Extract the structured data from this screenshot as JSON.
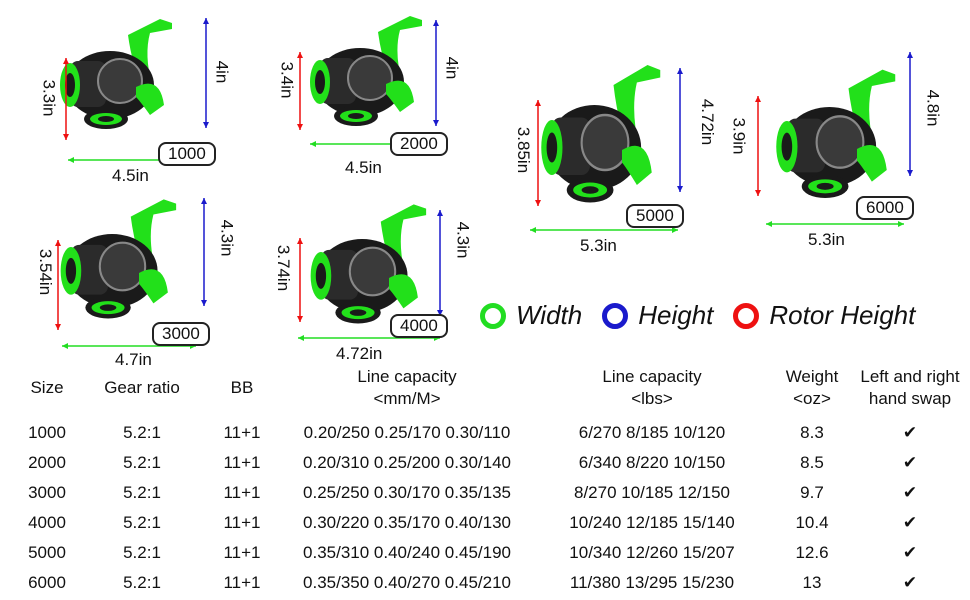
{
  "reels": [
    {
      "size": "1000",
      "width": "4.5in",
      "height": "4in",
      "rotor": "3.3in"
    },
    {
      "size": "2000",
      "width": "4.5in",
      "height": "4in",
      "rotor": "3.4in"
    },
    {
      "size": "3000",
      "width": "4.7in",
      "height": "4.3in",
      "rotor": "3.54in"
    },
    {
      "size": "4000",
      "width": "4.72in",
      "height": "4.3in",
      "rotor": "3.74in"
    },
    {
      "size": "5000",
      "width": "5.3in",
      "height": "4.72in",
      "rotor": "3.85in"
    },
    {
      "size": "6000",
      "width": "5.3in",
      "height": "4.8in",
      "rotor": "3.9in"
    }
  ],
  "legend": [
    {
      "label": "Width",
      "color": "#22dd22"
    },
    {
      "label": "Height",
      "color": "#1a1acc"
    },
    {
      "label": "Rotor Height",
      "color": "#ee1111"
    }
  ],
  "colors": {
    "reel_green": "#22e01a",
    "reel_black": "#1a1a1a",
    "width_line": "#22dd22",
    "height_line": "#1a1acc",
    "rotor_line": "#ee1111"
  },
  "table": {
    "headers": {
      "size": "Size",
      "gear": "Gear ratio",
      "bb": "BB",
      "line_mm_1": "Line capacity",
      "line_mm_2": "<mm/M>",
      "line_lbs_1": "Line capacity",
      "line_lbs_2": "<lbs>",
      "weight_1": "Weight",
      "weight_2": "<oz>",
      "swap_1": "Left and right",
      "swap_2": "hand swap"
    },
    "rows": [
      {
        "size": "1000",
        "gear": "5.2:1",
        "bb": "11+1",
        "mm": "0.20/250  0.25/170  0.30/110",
        "lbs": "6/270  8/185  10/120",
        "weight": "8.3",
        "swap": "✔"
      },
      {
        "size": "2000",
        "gear": "5.2:1",
        "bb": "11+1",
        "mm": "0.20/310  0.25/200  0.30/140",
        "lbs": "6/340  8/220  10/150",
        "weight": "8.5",
        "swap": "✔"
      },
      {
        "size": "3000",
        "gear": "5.2:1",
        "bb": "11+1",
        "mm": "0.25/250  0.30/170  0.35/135",
        "lbs": "8/270  10/185  12/150",
        "weight": "9.7",
        "swap": "✔"
      },
      {
        "size": "4000",
        "gear": "5.2:1",
        "bb": "11+1",
        "mm": "0.30/220  0.35/170  0.40/130",
        "lbs": "10/240  12/185  15/140",
        "weight": "10.4",
        "swap": "✔"
      },
      {
        "size": "5000",
        "gear": "5.2:1",
        "bb": "11+1",
        "mm": "0.35/310  0.40/240  0.45/190",
        "lbs": "10/340  12/260  15/207",
        "weight": "12.6",
        "swap": "✔"
      },
      {
        "size": "6000",
        "gear": "5.2:1",
        "bb": "11+1",
        "mm": "0.35/350  0.40/270  0.45/210",
        "lbs": "11/380  13/295  15/230",
        "weight": "13",
        "swap": "✔"
      }
    ]
  }
}
